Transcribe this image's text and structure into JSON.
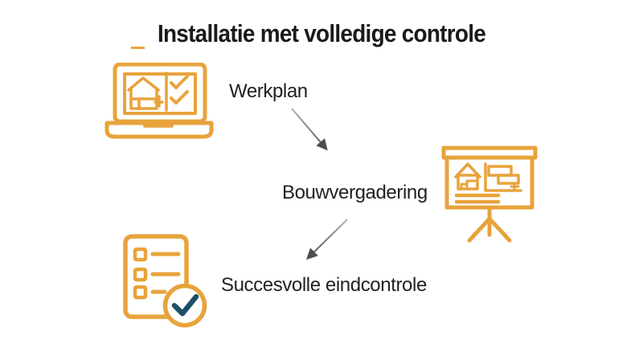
{
  "title": {
    "text": "Installatie met volledige controle"
  },
  "colors": {
    "accent": "#E8A33C",
    "checkmark": "#1D4F68",
    "arrow_dark": "#4D4D4D",
    "arrow_light": "#B3B3B3",
    "title_text": "#1A1A1A",
    "label_text": "#212121",
    "background": "#FFFFFF"
  },
  "steps": [
    {
      "label": "Werkplan",
      "icon": "laptop-blueprint-checks-icon"
    },
    {
      "label": "Bouwvergadering",
      "icon": "presentation-easel-icon"
    },
    {
      "label": "Succesvolle eindcontrole",
      "icon": "checklist-approved-icon"
    }
  ],
  "connections": [
    {
      "from": "Werkplan",
      "to": "Bouwvergadering",
      "direction": "down-right"
    },
    {
      "from": "Bouwvergadering",
      "to": "Succesvolle eindcontrole",
      "direction": "down-left"
    }
  ]
}
